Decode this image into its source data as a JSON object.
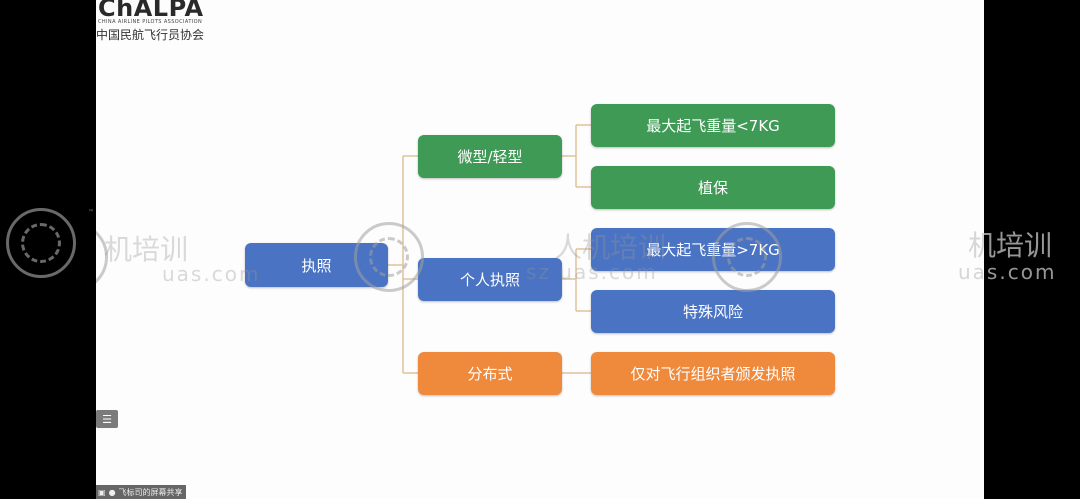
{
  "logo": {
    "mark": "ChALPA",
    "subtitle": "CHINA AIRLINE PILOTS ASSOCIATION",
    "chinese": "中国民航飞行员协会"
  },
  "diagram": {
    "root": "执照",
    "categories": [
      {
        "label": "微型/轻型",
        "children": [
          "最大起飞重量<7KG",
          "植保"
        ]
      },
      {
        "label": "个人执照",
        "children": [
          "最大起飞重量>7KG",
          "特殊风险"
        ]
      },
      {
        "label": "分布式",
        "children": [
          "仅对飞行组织者颁发执照"
        ]
      }
    ]
  },
  "watermark": {
    "text_left": "机培训",
    "url_left": "uas.com",
    "text_mid": "人机培训",
    "url_mid": "sz  uas.com",
    "text_right": "机培训",
    "url_right": "uas.com"
  },
  "colors": {
    "blue": "#4a73c3",
    "green": "#3f9a55",
    "orange": "#ef8a3c",
    "connector": "#e0c29a"
  },
  "controls": {
    "menu_glyph": "☰",
    "share_label": "飞标司的屏幕共享"
  }
}
